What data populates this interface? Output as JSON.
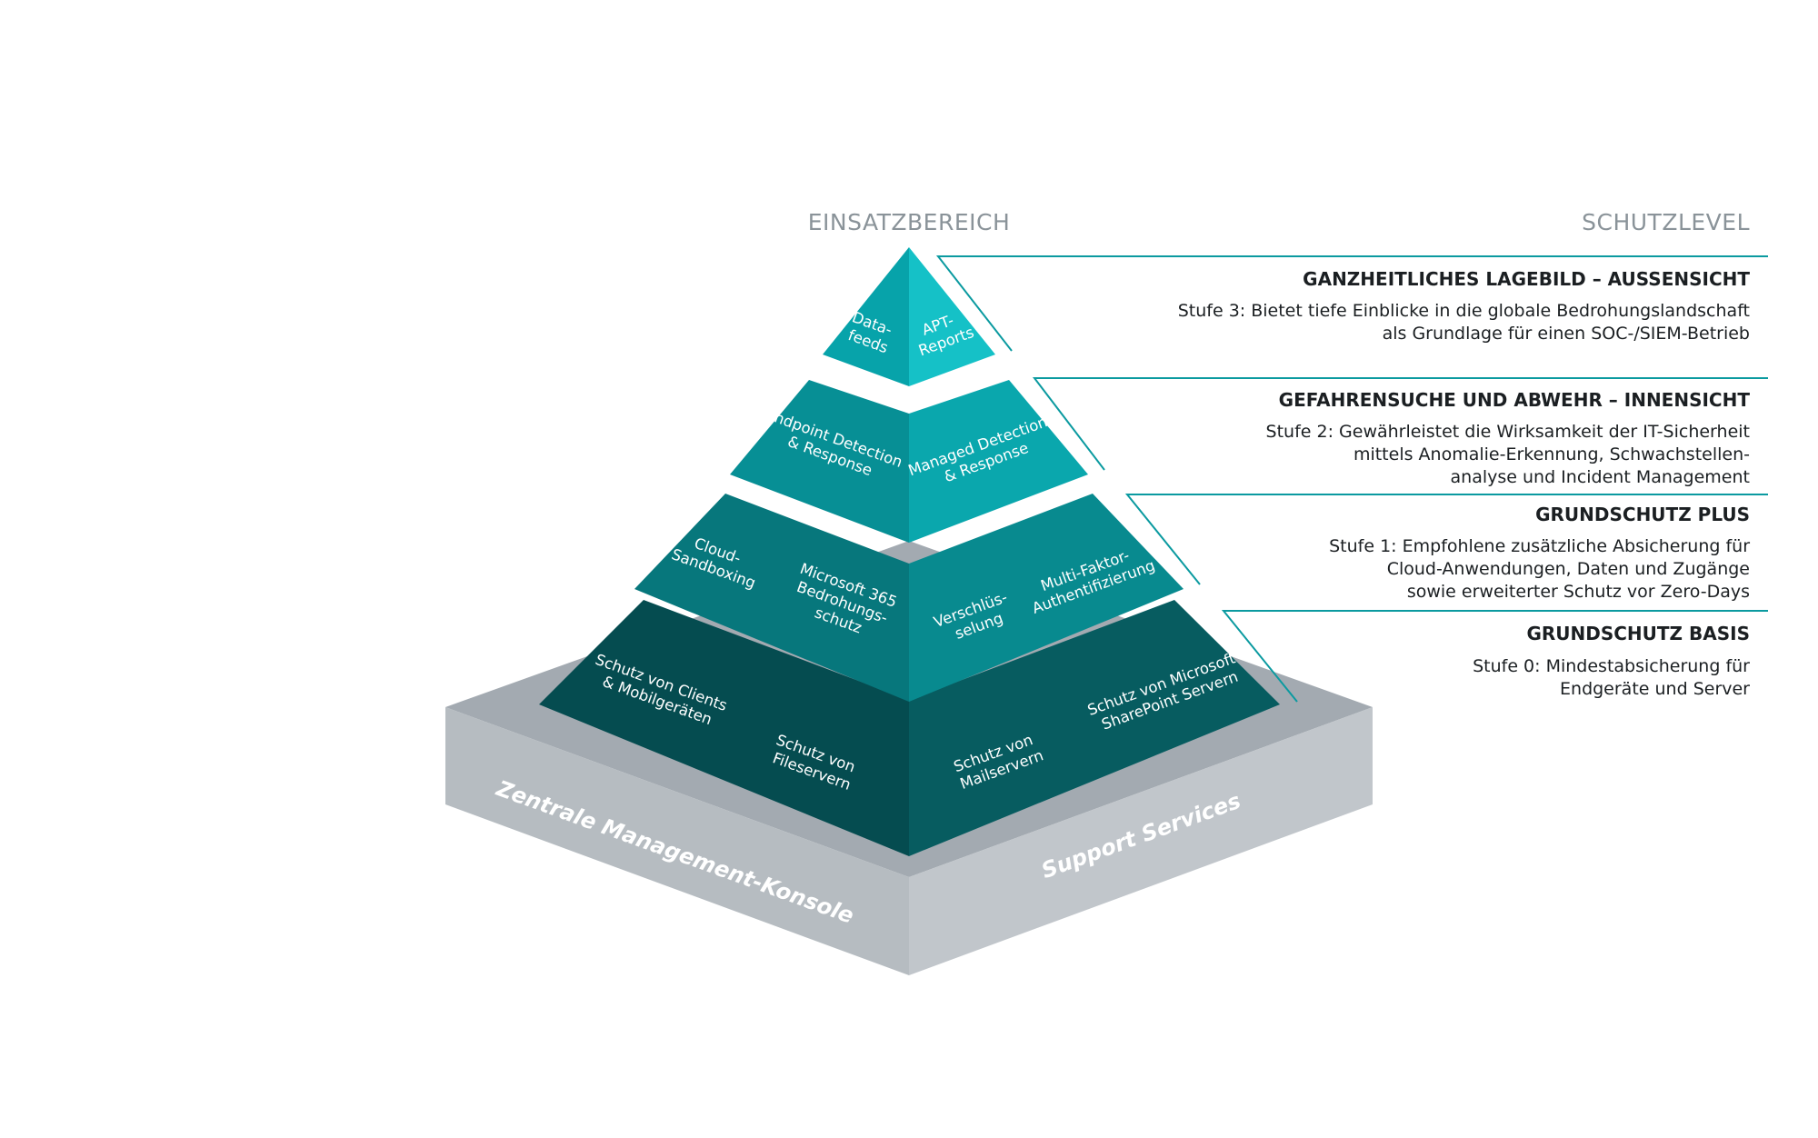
{
  "headers": {
    "left": "EINSATZBEREICH",
    "right": "SCHUTZLEVEL"
  },
  "colors": {
    "tier3_left": "#07a3aa",
    "tier3_right": "#15c1c7",
    "tier2_left": "#078f95",
    "tier2_right": "#0aa7ad",
    "tier1_left": "#07777c",
    "tier1_right": "#088a8f",
    "tier0_left": "#054c50",
    "tier0_right": "#075c60",
    "base_top": "#a3aab1",
    "base_side_left": "#b6bcc1",
    "base_side_right": "#c1c6cb",
    "leader_line": "#0b9aa0"
  },
  "pyramid": {
    "tier3": {
      "left": [
        "Data-",
        "feeds"
      ],
      "right": [
        "APT-",
        "Reports"
      ]
    },
    "tier2": {
      "left": [
        "Endpoint Detection",
        "& Response"
      ],
      "right": [
        "Managed Detection",
        "& Response"
      ]
    },
    "tier1": {
      "left_a": [
        "Cloud-",
        "Sandboxing"
      ],
      "left_b": [
        "Microsoft 365",
        "Bedrohungs-",
        "schutz"
      ],
      "right_a": [
        "Verschlüs-",
        "selung"
      ],
      "right_b": [
        "Multi-Faktor-",
        "Authentifizierung"
      ]
    },
    "tier0": {
      "left_a": [
        "Schutz von Clients",
        "& Mobilgeräten"
      ],
      "left_b": [
        "Schutz von",
        "Fileservern"
      ],
      "right_a": [
        "Schutz von",
        "Mailservern"
      ],
      "right_b": [
        "Schutz von Microsoft",
        "SharePoint Servern"
      ]
    },
    "base": {
      "left": "Zentrale Management-Konsole",
      "right": "Support Services"
    }
  },
  "levels": [
    {
      "title": "GANZHEITLICHES LAGEBILD – AUSSENSICHT",
      "lines": [
        "Stufe 3: Bietet tiefe Einblicke in die globale Bedrohungslandschaft",
        "als Grundlage für einen SOC-/SIEM-Betrieb"
      ]
    },
    {
      "title": "GEFAHRENSUCHE UND ABWEHR – INNENSICHT",
      "lines": [
        "Stufe 2: Gewährleistet die Wirksamkeit der IT-Sicherheit",
        "mittels Anomalie-Erkennung, Schwachstellen-",
        "analyse und Incident Management"
      ]
    },
    {
      "title": "GRUNDSCHUTZ PLUS",
      "lines": [
        "Stufe 1: Empfohlene zusätzliche Absicherung für",
        "Cloud-Anwendungen, Daten und Zugänge",
        "sowie erweiterter Schutz vor Zero-Days"
      ]
    },
    {
      "title": "GRUNDSCHUTZ BASIS",
      "lines": [
        "Stufe 0: Mindestabsicherung für",
        "Endgeräte und Server"
      ]
    }
  ]
}
